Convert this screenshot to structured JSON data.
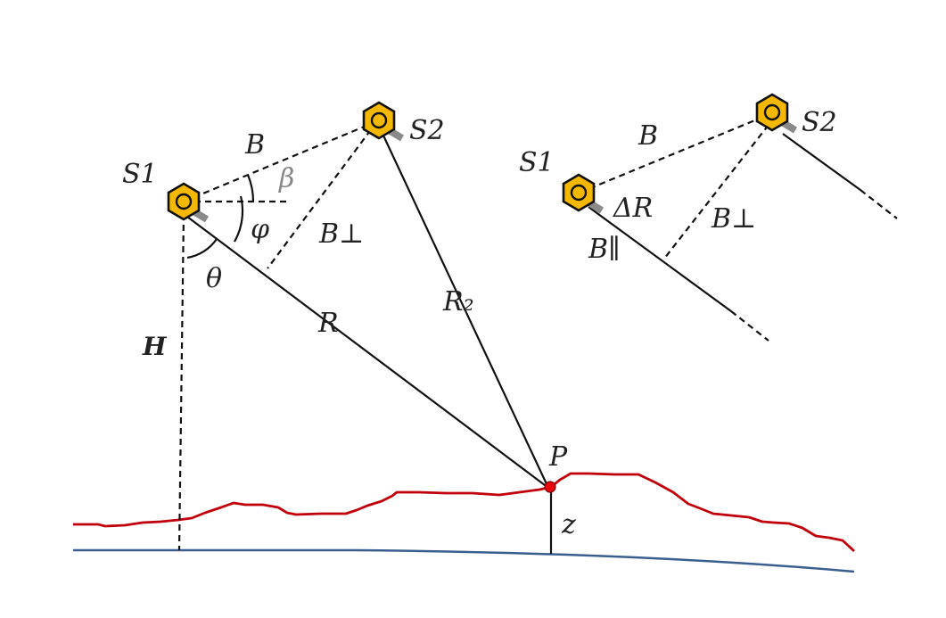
{
  "labels": {
    "s1_left": "S1",
    "s2_left": "S2",
    "b_left": "B",
    "beta": "β",
    "phi": "φ",
    "b_perp_left": "B⊥",
    "theta": "θ",
    "r": "R",
    "r2": "R₂",
    "h": "H",
    "p": "P",
    "z": "z",
    "s1_right": "S1",
    "s2_right": "S2",
    "b_right": "B",
    "delta_r": "ΔR",
    "b_perp_right": "B⊥",
    "b_par": "B∥"
  },
  "colors": {
    "satellite_fill": "#f5b800",
    "satellite_stroke": "#111111",
    "antenna": "#8a8a8a",
    "terrain": "#c0000a",
    "ground_curve": "#3a5f8f",
    "target_point": "#e8000a"
  },
  "icons": {
    "satellite": "satellite-hexagon-icon",
    "target": "target-point-icon"
  }
}
